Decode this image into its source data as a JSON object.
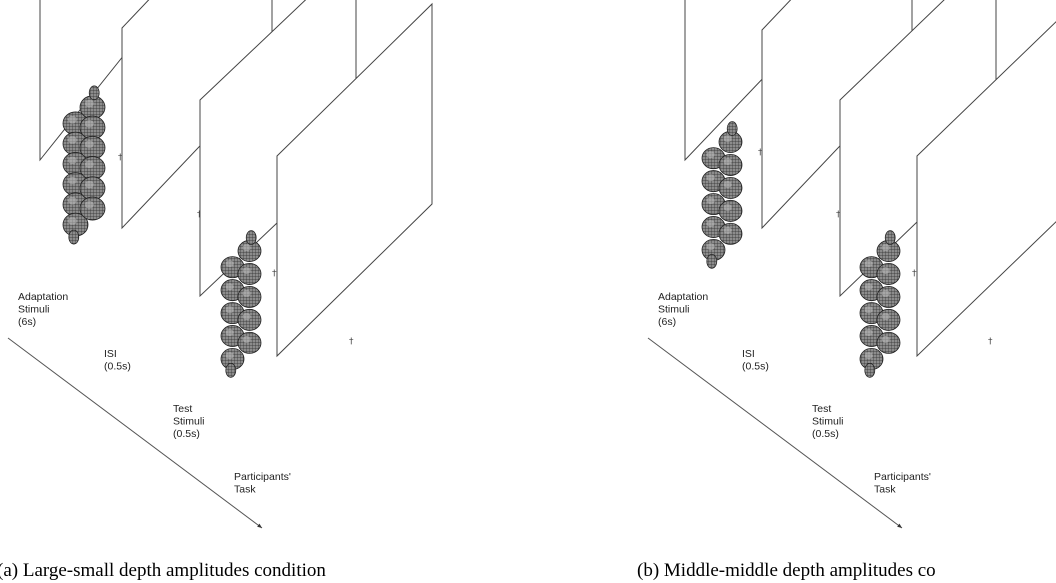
{
  "figures": [
    {
      "caption": "(a)  Large-small depth amplitudes condition",
      "stages": [
        {
          "lines": [
            "Adaptation",
            "Stimuli",
            "(6s)"
          ]
        },
        {
          "lines": [
            "ISI",
            "(0.5s)"
          ]
        },
        {
          "lines": [
            "Test",
            "Stimuli",
            "(0.5s)"
          ]
        },
        {
          "lines": [
            "Participants'",
            "Task"
          ]
        }
      ],
      "fixation_mark": "†",
      "adaptation_stimuli": [
        "sinusoidal-surface-large-amplitude",
        "sinusoidal-surface-small-amplitude"
      ],
      "test_stimuli": [
        "sinusoidal-surface-middle-amplitude",
        "sinusoidal-surface-middle-amplitude"
      ]
    },
    {
      "caption": "(b) Middle-middle depth amplitudes co",
      "stages": [
        {
          "lines": [
            "Adaptation",
            "Stimuli",
            "(6s)"
          ]
        },
        {
          "lines": [
            "ISI",
            "(0.5s)"
          ]
        },
        {
          "lines": [
            "Test",
            "Stimuli",
            "(0.5s)"
          ]
        },
        {
          "lines": [
            "Participants'",
            "Task"
          ]
        }
      ],
      "fixation_mark": "†",
      "adaptation_stimuli": [
        "sinusoidal-surface-middle-amplitude",
        "sinusoidal-surface-middle-amplitude"
      ],
      "test_stimuli": [
        "sinusoidal-surface-middle-amplitude",
        "sinusoidal-surface-middle-amplitude"
      ]
    }
  ],
  "colors": {
    "frame": "#444444",
    "stimulus_fill": "#7a7a7a",
    "stimulus_dark": "#2b2b2b",
    "stimulus_light": "#e8e8e8",
    "background": "#ffffff"
  }
}
